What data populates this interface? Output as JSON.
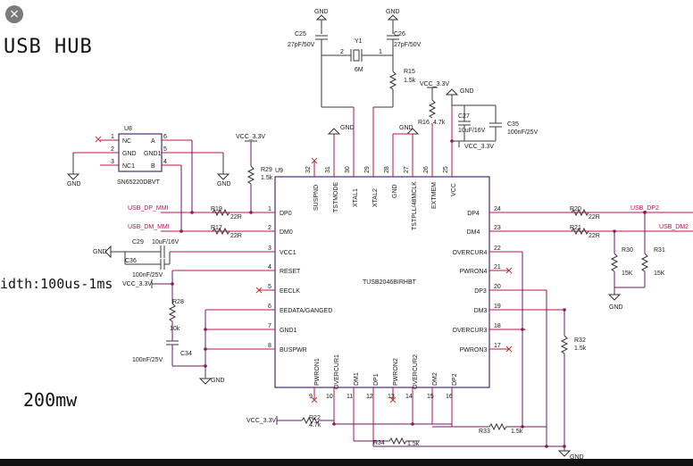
{
  "page": {
    "close_icon": "close-icon",
    "title_note": "USB HUB",
    "width_note": "idth:100us-1ms",
    "power_note": "200mw",
    "close_glyph": "×"
  },
  "colors": {
    "wire_red": "#c0114a",
    "wire_purple": "#6a1a6a",
    "wire_dark": "#3a3a3a",
    "text": "#1a1a1a"
  },
  "u9": {
    "ref": "U9",
    "part": "TUSB2046BIRHBT",
    "left_pins": [
      {
        "num": "1",
        "name": "DP0"
      },
      {
        "num": "2",
        "name": "DM0"
      },
      {
        "num": "3",
        "name": "VCC1"
      },
      {
        "num": "4",
        "name": "RESET"
      },
      {
        "num": "5",
        "name": "EECLK"
      },
      {
        "num": "6",
        "name": "EEDATA/GANGED"
      },
      {
        "num": "7",
        "name": "GND1"
      },
      {
        "num": "8",
        "name": "BUSPWR"
      }
    ],
    "right_pins": [
      {
        "num": "24",
        "name": "DP4"
      },
      {
        "num": "23",
        "name": "DM4"
      },
      {
        "num": "22",
        "name": "OVERCUR4"
      },
      {
        "num": "21",
        "name": "PWRON4"
      },
      {
        "num": "20",
        "name": "DP3"
      },
      {
        "num": "19",
        "name": "DM3"
      },
      {
        "num": "18",
        "name": "OVERCUR3"
      },
      {
        "num": "17",
        "name": "PWRON3"
      }
    ],
    "top_pins": [
      {
        "num": "32",
        "name": "SUSPND"
      },
      {
        "num": "31",
        "name": "TSTMODE"
      },
      {
        "num": "30",
        "name": "XTAL1"
      },
      {
        "num": "29",
        "name": "XTAL2"
      },
      {
        "num": "28",
        "name": "GND"
      },
      {
        "num": "27",
        "name": "TSTPLL/48MCLK"
      },
      {
        "num": "26",
        "name": "EXTMEM"
      },
      {
        "num": "25",
        "name": "VCC"
      }
    ],
    "bottom_pins": [
      {
        "num": "9",
        "name": "PWRON1"
      },
      {
        "num": "10",
        "name": "OVERCUR1"
      },
      {
        "num": "11",
        "name": "DM1"
      },
      {
        "num": "12",
        "name": "DP1"
      },
      {
        "num": "13",
        "name": "PWRON2"
      },
      {
        "num": "14",
        "name": "OVERCUR2"
      },
      {
        "num": "15",
        "name": "DM2"
      },
      {
        "num": "16",
        "name": "DP2"
      }
    ]
  },
  "u8": {
    "ref": "U8",
    "part": "SN65220DBVT",
    "pins_left": [
      {
        "num": "1",
        "name": "NC"
      },
      {
        "num": "2",
        "name": "GND"
      },
      {
        "num": "3",
        "name": "NC1"
      }
    ],
    "pins_right": [
      {
        "num": "6",
        "name": "A"
      },
      {
        "num": "5",
        "name": "GND1"
      },
      {
        "num": "4",
        "name": "B"
      }
    ]
  },
  "nets": {
    "usb_dp_mmi": "USB_DP_MMI",
    "usb_dm_mmi": "USB_DM_MMI",
    "usb_dp2": "USB_DP2",
    "usb_dm2": "USB_DM2",
    "vcc": "VCC_3.3V",
    "gnd": "GND"
  },
  "parts": {
    "c25": {
      "ref": "C25",
      "value": "27pF/50V"
    },
    "c26": {
      "ref": "C26",
      "value": "27pF/50V"
    },
    "y1": {
      "ref": "Y1",
      "value": "6M",
      "pin1": "1",
      "pin2": "2"
    },
    "r15": {
      "ref": "R15",
      "value": "1.5k"
    },
    "r16": {
      "ref": "R16",
      "value": "4.7k"
    },
    "c27": {
      "ref": "C27",
      "value": "10uF/16V"
    },
    "c35": {
      "ref": "C35",
      "value": "100nF/25V"
    },
    "r29": {
      "ref": "R29",
      "value": "1.5k"
    },
    "r19": {
      "ref": "R19",
      "value": "22R"
    },
    "r17": {
      "ref": "R17",
      "value": "22R"
    },
    "c29": {
      "ref": "C29",
      "value": "10uF/16V"
    },
    "c36": {
      "ref": "C36",
      "value": "100nF/25V"
    },
    "r28": {
      "ref": "R28",
      "value": "10k"
    },
    "c34": {
      "ref": "C34",
      "value": "100nF/25V"
    },
    "r20": {
      "ref": "R20",
      "value": "22R"
    },
    "r21": {
      "ref": "R21",
      "value": "22R"
    },
    "r30": {
      "ref": "R30",
      "value": "15K"
    },
    "r31": {
      "ref": "R31",
      "value": "15K"
    },
    "r32": {
      "ref": "R32",
      "value": "1.5k"
    },
    "r22": {
      "ref": "R22",
      "value": "4.7k"
    },
    "r33": {
      "ref": "R33",
      "value": "1.5k"
    },
    "r34": {
      "ref": "R34",
      "value": "1.5k"
    }
  }
}
